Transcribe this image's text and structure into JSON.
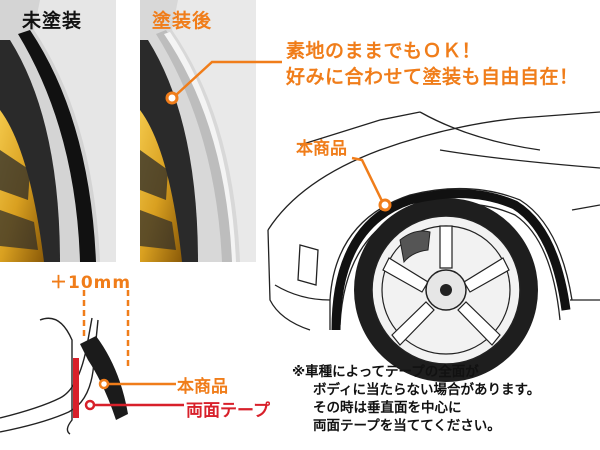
{
  "labels": {
    "unpainted": "未塗装",
    "painted": "塗装後"
  },
  "headline": {
    "line1": "素地のままでもＯＫ！",
    "line2": "好みに合わせて塗装も自由自在！"
  },
  "product_label": "本商品",
  "dimension": "＋10mm",
  "tape_label": "両面テープ",
  "note": [
    "※車種によってテープの全面が",
    "ボディに当たらない場合があります。",
    "その時は垂直面を中心に",
    "両面テープを当ててください。"
  ],
  "colors": {
    "accent": "#f07d1a",
    "tape": "#d8202a",
    "wheel_gold": "#d9a020"
  }
}
